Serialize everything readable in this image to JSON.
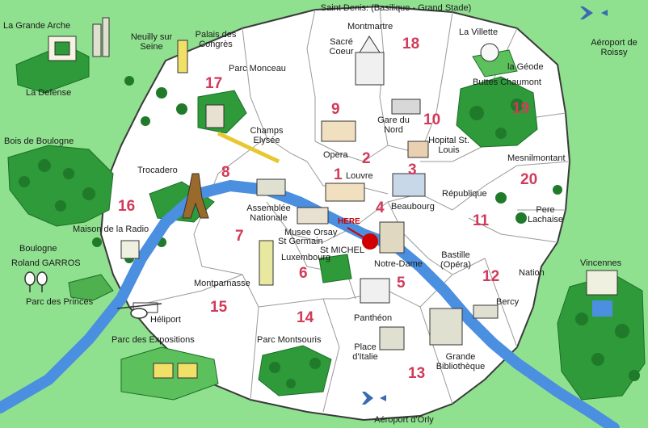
{
  "colors": {
    "background": "#8fe08f",
    "city": "#ffffff",
    "seine": "#4a8fe0",
    "green": "#2e9a3a",
    "arrondissement_number": "#d23a5a",
    "here_marker": "#d00000"
  },
  "top_label": "Saint Denis: (Basilique - Grand Stade)",
  "bottom_label": "Aéroport d'Orly",
  "airport_roissy": "Aéroport de Roissy",
  "you_are_here": "HERE",
  "places": {
    "la_grande_arche": "La Grande Arche",
    "la_defense": "La Defense",
    "neuilly": "Neuilly sur Seine",
    "palais_congres": "Palais des Congrès",
    "parc_monceau": "Parc Monceau",
    "bois_boulogne": "Bois de Boulogne",
    "champs_elysees": "Champs Elysée",
    "trocadero": "Trocadero",
    "maison_radio": "Maison de la Radio",
    "boulogne": "Boulogne",
    "roland_garros": "Roland GARROS",
    "parc_princes": "Parc des Princes",
    "heliport": "Héliport",
    "parc_expositions": "Parc des Expositions",
    "montmartre": "Montmartre",
    "sacre_coeur": "Sacré Coeur",
    "la_villette": "La Villette",
    "la_geode": "la Géode",
    "buttes_chaumont": "Buttes Chaumont",
    "opera": "Opera",
    "gare_nord": "Gare du Nord",
    "hopital_st_louis": "Hopital St. Louis",
    "louvre": "Louvre",
    "assemblee": "Assemblée Nationale",
    "beaubourg": "Beaubourg",
    "republique": "République",
    "mesnilmontant": "Mesnilmontant",
    "pere_lachaise": "Pere Lachaise",
    "musee_orsay": "Musee Orsay",
    "st_germain": "St Germain",
    "st_michel": "St MICHEL",
    "luxembourg": "Luxembourg",
    "notre_dame": "Notre-Dame",
    "bastille": "Bastille (Opéra)",
    "nation": "Nation",
    "vincennes": "Vincennes",
    "montparnasse": "Montparnasse",
    "pantheon": "Panthéon",
    "bercy": "Bercy",
    "parc_montsouris": "Parc Montsouris",
    "place_italie": "Place d'Italie",
    "grande_bibliotheque": "Grande Bibliothèque"
  },
  "arrondissements": [
    "1",
    "2",
    "3",
    "4",
    "5",
    "6",
    "7",
    "8",
    "9",
    "10",
    "11",
    "12",
    "13",
    "14",
    "15",
    "16",
    "17",
    "18",
    "19",
    "20"
  ]
}
